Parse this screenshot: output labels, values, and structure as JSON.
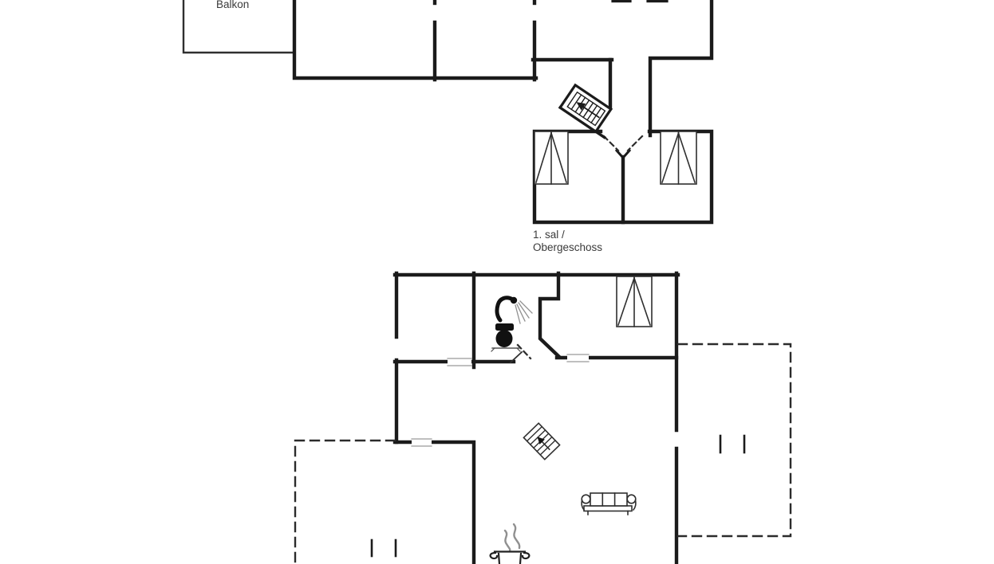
{
  "document": {
    "kind": "floor-plan-drawing",
    "background": "#ffffff"
  },
  "floor_plan": {
    "labels": {
      "balcony": "Balkon",
      "upper_floor_line1": "1. sal /",
      "upper_floor_line2": "Obergeschoss"
    },
    "colors": {
      "wall": "#1b1b1b",
      "thin": "#2f2f2f",
      "dashed": "#2b2b2b",
      "muted": "#999999",
      "spray": "#909090",
      "text": "#3a3a3a"
    },
    "symbols": [
      "staircase",
      "wardrobe",
      "shower",
      "toilet",
      "sofa",
      "cooking-pot",
      "terrace-dashed-outline",
      "door-opening"
    ]
  }
}
